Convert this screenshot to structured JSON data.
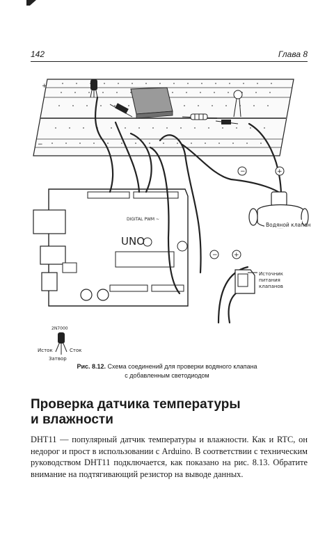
{
  "header": {
    "page_number": "142",
    "chapter": "Глава 8"
  },
  "figure": {
    "diagram_labels": {
      "board": "UNO",
      "digital_pwm": "DIGITAL PWM ~",
      "valve": "Водяной клапан",
      "power_source": [
        "Источник",
        "питания",
        "клапанов"
      ],
      "transistor_model": "2N7000",
      "transistor_source": "Исток",
      "transistor_drain": "Сток",
      "transistor_gate": "Затвор",
      "minus": "−",
      "plus": "+"
    },
    "caption": {
      "label": "Рис. 8.12.",
      "line1": "Схема соединений для проверки водяного клапана",
      "line2": "с добавленным светодиодом"
    }
  },
  "section": {
    "heading_line1": "Проверка датчика температуры",
    "heading_line2": "и влажности",
    "paragraph": "DHT11 — популярный датчик температуры и влажности. Как и RTC, он недорог и прост в использовании с Arduino. В соответствии с техническим руководством DHT11 подключается, как показано на рис. 8.13. Обратите внимание на подтягивающий резистор на выводе данных."
  }
}
